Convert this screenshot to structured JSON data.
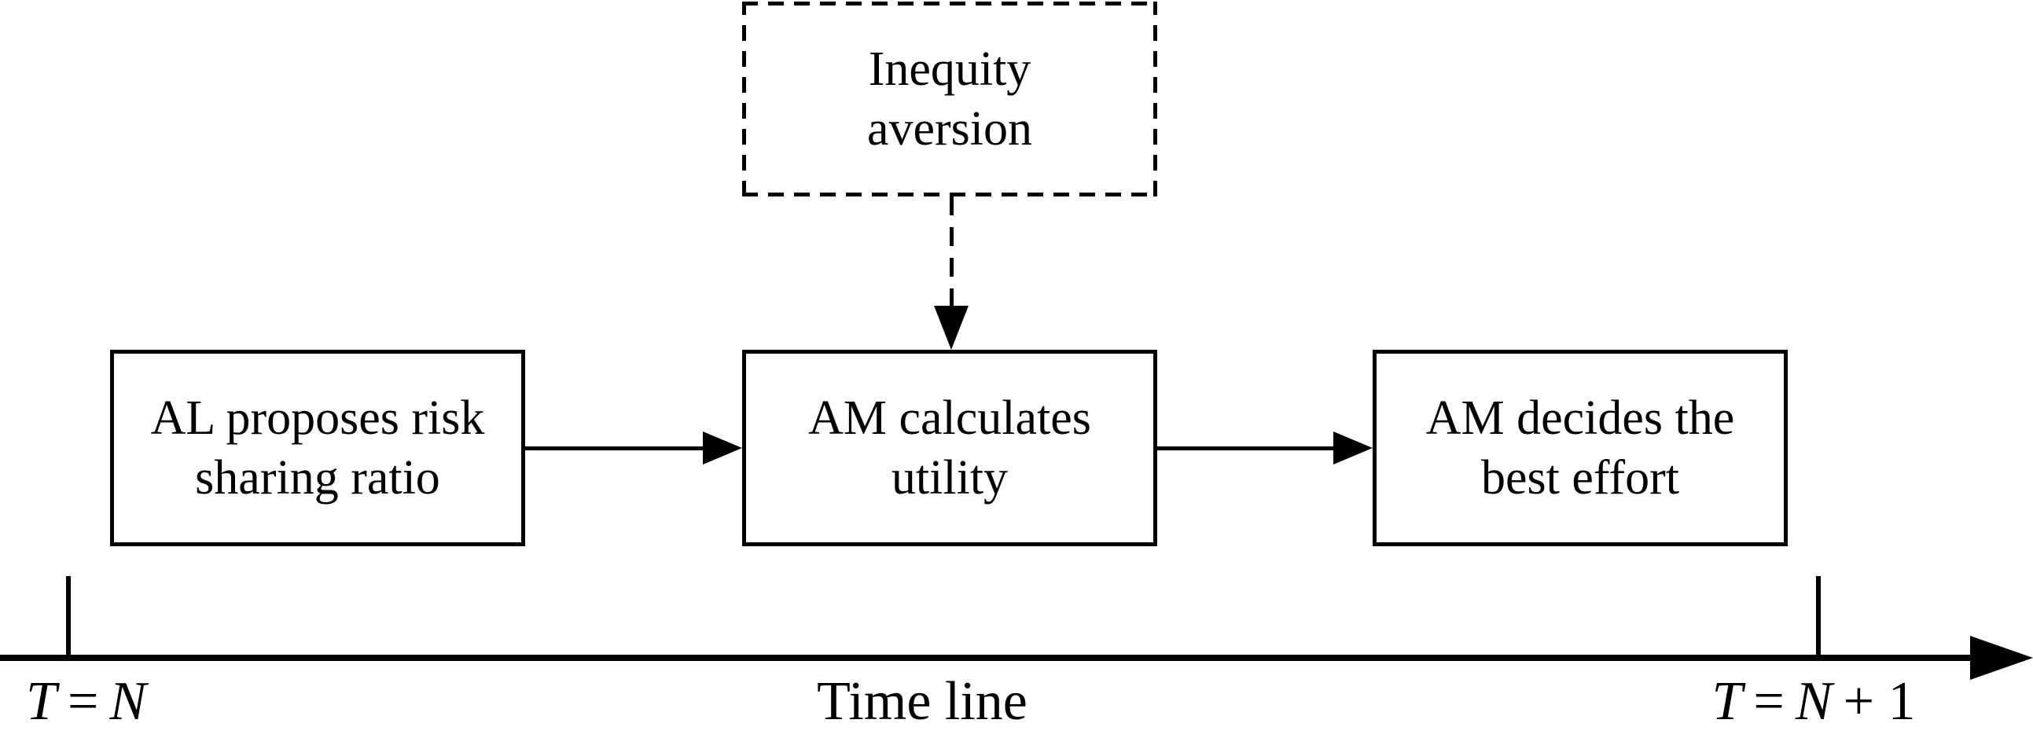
{
  "colors": {
    "ink": "#000000",
    "background": "#ffffff"
  },
  "inequity_box": {
    "line1": "Inequity",
    "line2": "aversion"
  },
  "boxes": [
    {
      "id": "al-proposes-risk-sharing-ratio",
      "line1": "AL proposes risk",
      "line2": "sharing ratio"
    },
    {
      "id": "am-calculates-utility",
      "line1": "AM calculates",
      "line2": "utility"
    },
    {
      "id": "am-decides-best-effort",
      "line1": "AM decides the",
      "line2": "best effort"
    }
  ],
  "timeline": {
    "axis_label": "Time line",
    "start_label": {
      "variable": "T",
      "operator": "=",
      "value": "N",
      "suffix": ""
    },
    "end_label": {
      "variable": "T",
      "operator": "=",
      "value": "N",
      "suffix": "+ 1"
    }
  }
}
